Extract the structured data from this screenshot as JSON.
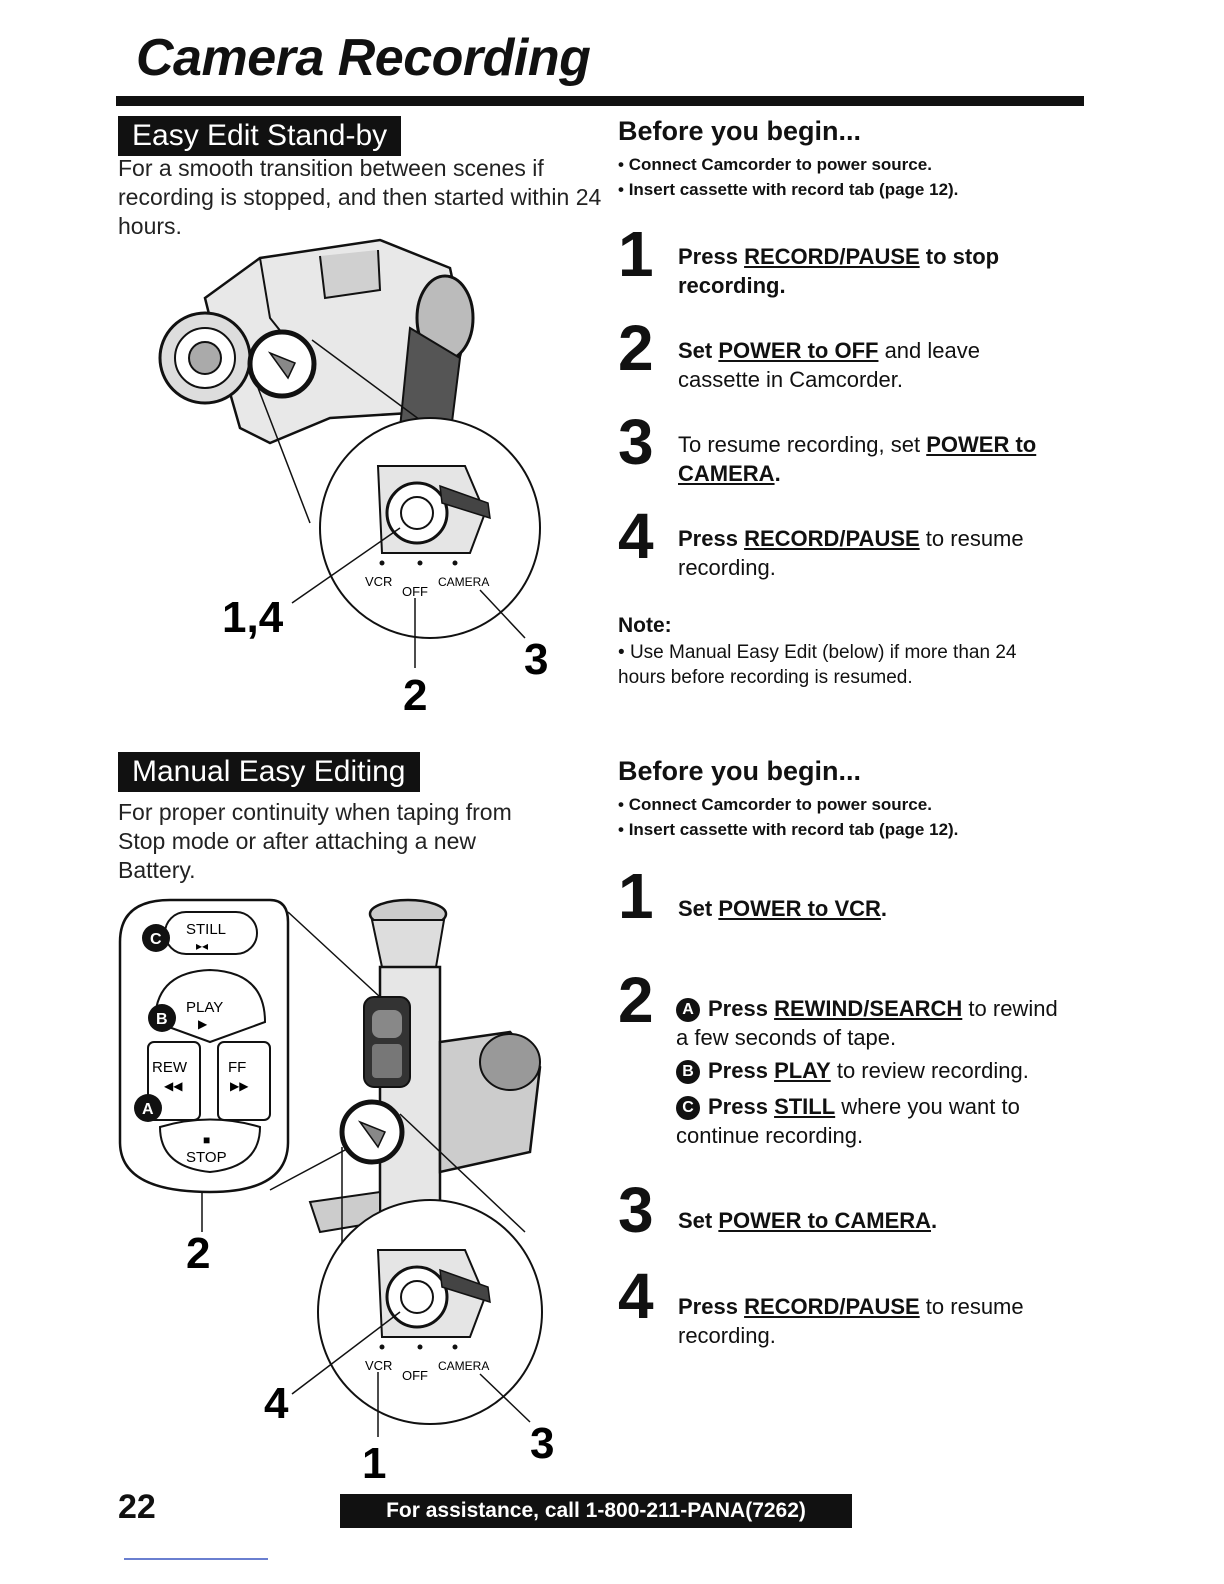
{
  "page": {
    "title": "Camera Recording",
    "page_number": "22",
    "footer": "For assistance, call 1-800-211-PANA(7262)"
  },
  "section1": {
    "header": "Easy Edit Stand-by",
    "intro": "For a smooth transition between scenes if recording is stopped, and then started within 24 hours.",
    "figure": {
      "labels": [
        "VCR",
        "OFF",
        "CAMERA"
      ],
      "callouts": [
        "1,4",
        "2",
        "3"
      ]
    },
    "before_title": "Before you begin...",
    "before_items": [
      "Connect Camcorder to power source.",
      "Insert cassette with record tab (page 12)."
    ],
    "steps": [
      {
        "num": "1",
        "pre": "Press ",
        "control": "RECORD/PAUSE",
        "post": " to stop recording."
      },
      {
        "num": "2",
        "pre": "Set ",
        "control": "POWER to OFF",
        "post": " and leave cassette in Camcorder."
      },
      {
        "num": "3",
        "pre": "To resume recording, set ",
        "control": "POWER to CAMERA",
        "post": "."
      },
      {
        "num": "4",
        "pre": "Press ",
        "control": "RECORD/PAUSE",
        "post": " to resume recording."
      }
    ],
    "note_title": "Note:",
    "note": "Use Manual Easy Edit (below) if more than 24 hours before recording is resumed."
  },
  "section2": {
    "header": "Manual Easy Editing",
    "intro": "For proper continuity when taping from Stop mode or after attaching a new Battery.",
    "figure": {
      "buttons": [
        "STILL",
        "PLAY",
        "REW",
        "FF",
        "STOP"
      ],
      "letters": [
        "C",
        "B",
        "A"
      ],
      "labels": [
        "VCR",
        "OFF",
        "CAMERA"
      ],
      "callouts": [
        "2",
        "4",
        "1",
        "3"
      ]
    },
    "before_title": "Before you begin...",
    "before_items": [
      "Connect Camcorder to power source.",
      "Insert cassette with record tab (page 12)."
    ],
    "step1": {
      "num": "1",
      "pre": "Set ",
      "control": "POWER to VCR",
      "post": "."
    },
    "step2": {
      "num": "2",
      "substeps": [
        {
          "letter": "A",
          "pre": "Press ",
          "control": "REWIND/SEARCH",
          "post": " to rewind a few seconds of tape."
        },
        {
          "letter": "B",
          "pre": "Press ",
          "control": "PLAY",
          "post": " to review recording."
        },
        {
          "letter": "C",
          "pre": "Press ",
          "control": "STILL",
          "post": " where you want to continue recording."
        }
      ]
    },
    "step3": {
      "num": "3",
      "pre": "Set ",
      "control": "POWER to CAMERA",
      "post": "."
    },
    "step4": {
      "num": "4",
      "pre": "Press ",
      "control": "RECORD/PAUSE",
      "post": " to resume recording."
    }
  }
}
